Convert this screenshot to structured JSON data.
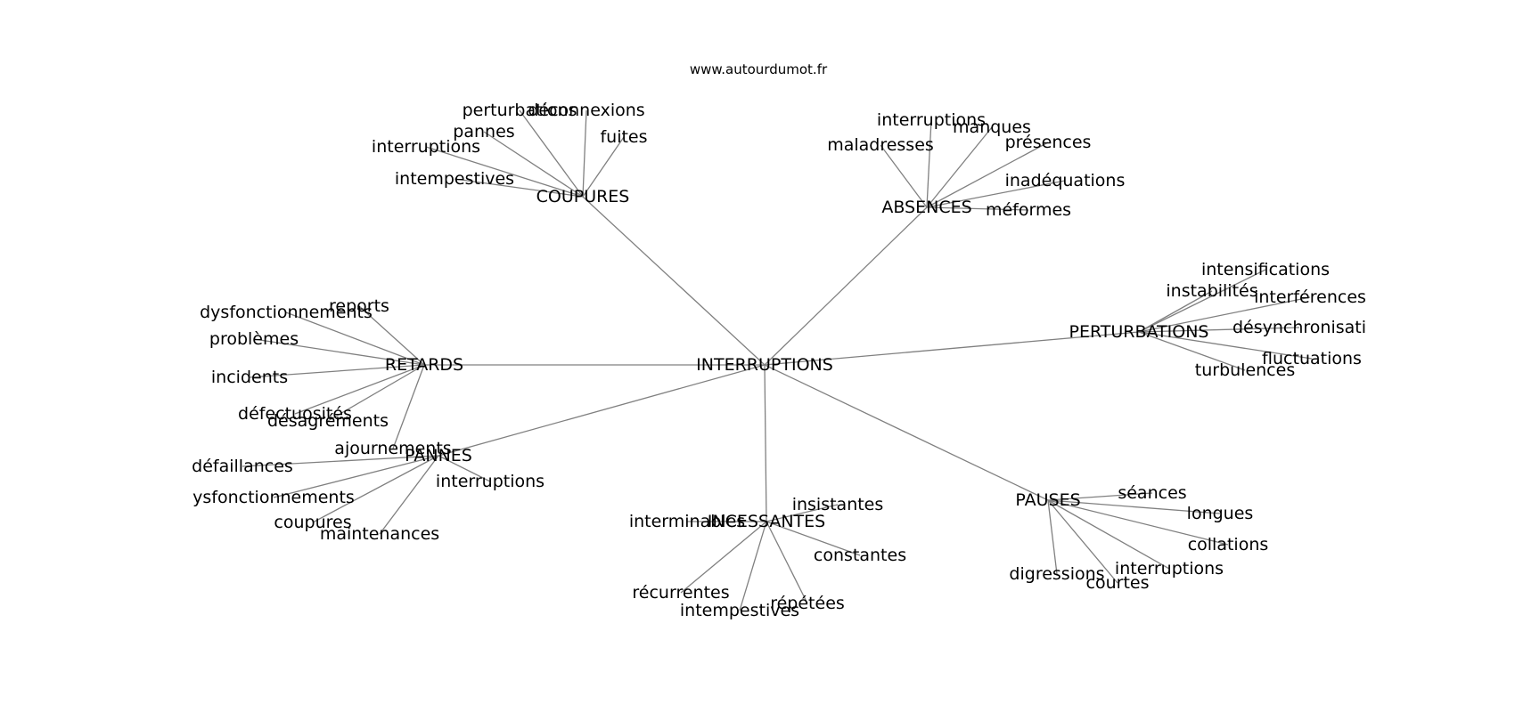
{
  "header": {
    "site": "www.autourdumot.fr"
  },
  "colors": {
    "edge": "#808080",
    "text": "#000000",
    "background": "#ffffff"
  },
  "graph": {
    "center": "INTERRUPTIONS",
    "clusters": [
      {
        "label": "COUPURES",
        "leaves": [
          "perturbations",
          "déconnexions",
          "pannes",
          "fuites",
          "interruptions",
          "intempestives"
        ]
      },
      {
        "label": "ABSENCES",
        "leaves": [
          "interruptions",
          "manques",
          "maladresses",
          "présences",
          "inadéquations",
          "méformes"
        ]
      },
      {
        "label": "PERTURBATIONS",
        "leaves": [
          "intensifications",
          "instabilités",
          "interférences",
          "désynchronisati",
          "fluctuations",
          "turbulences"
        ]
      },
      {
        "label": "RETARDS",
        "leaves": [
          "reports",
          "dysfonctionnements",
          "problèmes",
          "incidents",
          "défectuosités",
          "désagréments",
          "ajournements"
        ]
      },
      {
        "label": "PANNES",
        "leaves": [
          "défaillances",
          "interruptions",
          "ysfonctionnements",
          "coupures",
          "maintenances"
        ]
      },
      {
        "label": "INCESSANTES",
        "leaves": [
          "insistantes",
          "interminables",
          "constantes",
          "récurrentes",
          "répétées",
          "intempestives"
        ]
      },
      {
        "label": "PAUSES",
        "leaves": [
          "séances",
          "longues",
          "collations",
          "interruptions",
          "digressions",
          "courtes"
        ]
      }
    ]
  }
}
